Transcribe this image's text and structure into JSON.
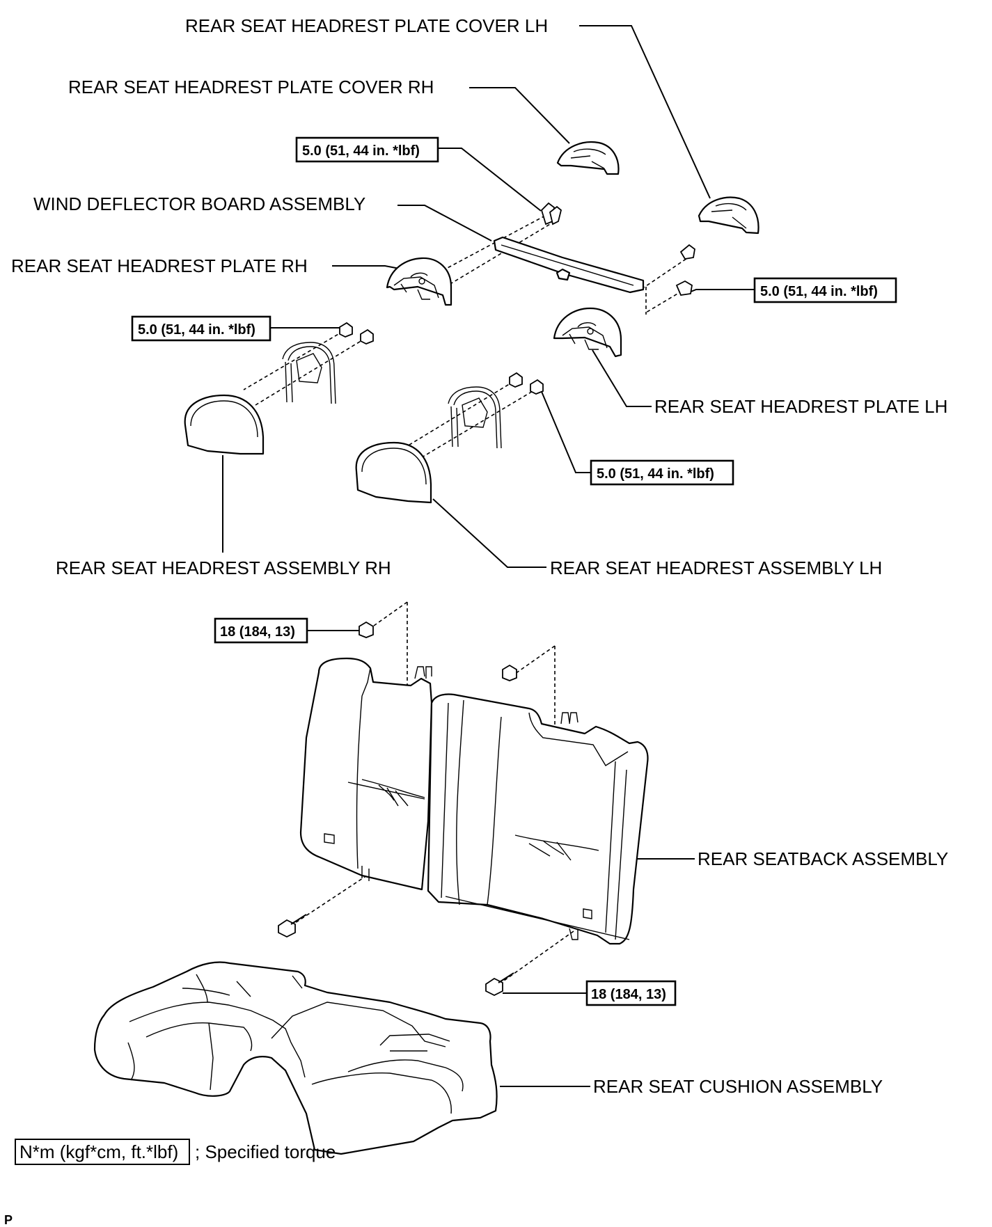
{
  "labels": {
    "plate_cover_lh": "REAR SEAT HEADREST PLATE COVER LH",
    "plate_cover_rh": "REAR SEAT HEADREST PLATE COVER RH",
    "wind_deflector": "WIND DEFLECTOR BOARD ASSEMBLY",
    "plate_rh": "REAR SEAT HEADREST PLATE RH",
    "plate_lh": "REAR SEAT HEADREST PLATE LH",
    "headrest_rh": "REAR SEAT HEADREST ASSEMBLY RH",
    "headrest_lh": "REAR SEAT HEADREST ASSEMBLY LH",
    "seatback": "REAR SEATBACK ASSEMBLY",
    "cushion": "REAR SEAT CUSHION ASSEMBLY"
  },
  "torques": {
    "deflector_upper": "5.0 (51, 44 in. *lbf)",
    "deflector_right": "5.0 (51, 44 in. *lbf)",
    "headrest_rh": "5.0 (51, 44 in. *lbf)",
    "headrest_lh": "5.0 (51, 44 in. *lbf)",
    "seatback_upper": "18 (184, 13)",
    "seatback_lower": "18 (184, 13)"
  },
  "legend": {
    "unit": "N*m (kgf*cm, ft.*lbf)",
    "text": "; Specified torque"
  },
  "corner_mark": "P"
}
